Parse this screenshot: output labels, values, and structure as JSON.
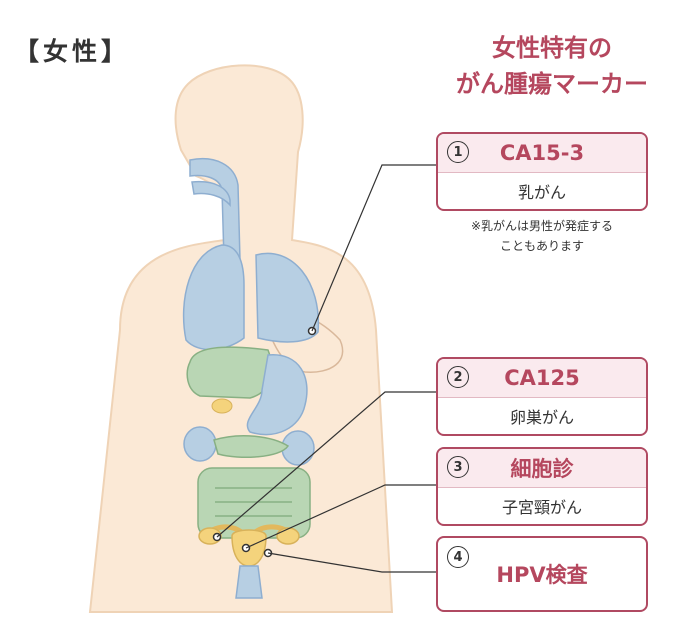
{
  "page_label": "【女性】",
  "headline": {
    "line1": "女性特有の",
    "line2": "がん腫瘍マーカー"
  },
  "markers": [
    {
      "num": "1",
      "title": "CA15-3",
      "desc": "乳がん"
    },
    {
      "num": "2",
      "title": "CA125",
      "desc": "卵巣がん"
    },
    {
      "num": "3",
      "title": "細胞診",
      "desc": "子宮頸がん"
    },
    {
      "num": "4",
      "title": "HPV検査"
    }
  ],
  "footnote": {
    "line1": "※乳がんは男性が発症する",
    "line2": "こともあります"
  },
  "colors": {
    "accent": "#b5475e",
    "box_border": "#b04a62",
    "box_header": "#faeaee",
    "skin": "#fbe9d6",
    "lungs": "#b7cfe3",
    "liver": "#b9d6b4",
    "uterus": "#f4d37c"
  }
}
